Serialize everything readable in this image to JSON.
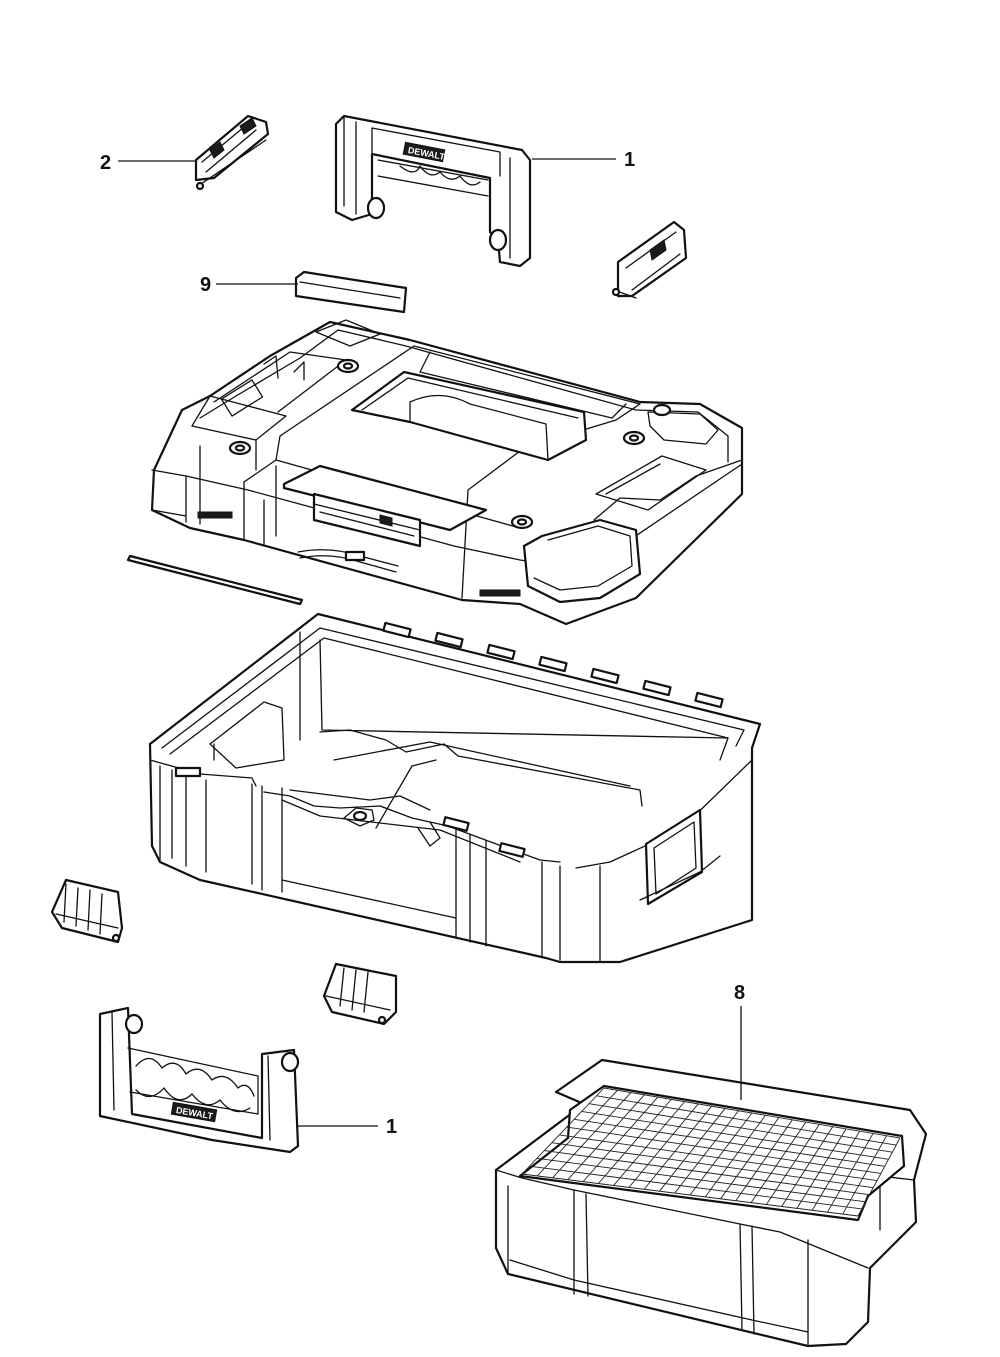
{
  "brand_text": "DEWALT",
  "callouts": [
    {
      "id": "callout-1-top",
      "label": "1"
    },
    {
      "id": "callout-2",
      "label": "2"
    },
    {
      "id": "callout-9",
      "label": "9"
    },
    {
      "id": "callout-8",
      "label": "8"
    },
    {
      "id": "callout-1-bottom",
      "label": "1"
    }
  ],
  "colors": {
    "line": "#111111",
    "background": "#ffffff"
  }
}
